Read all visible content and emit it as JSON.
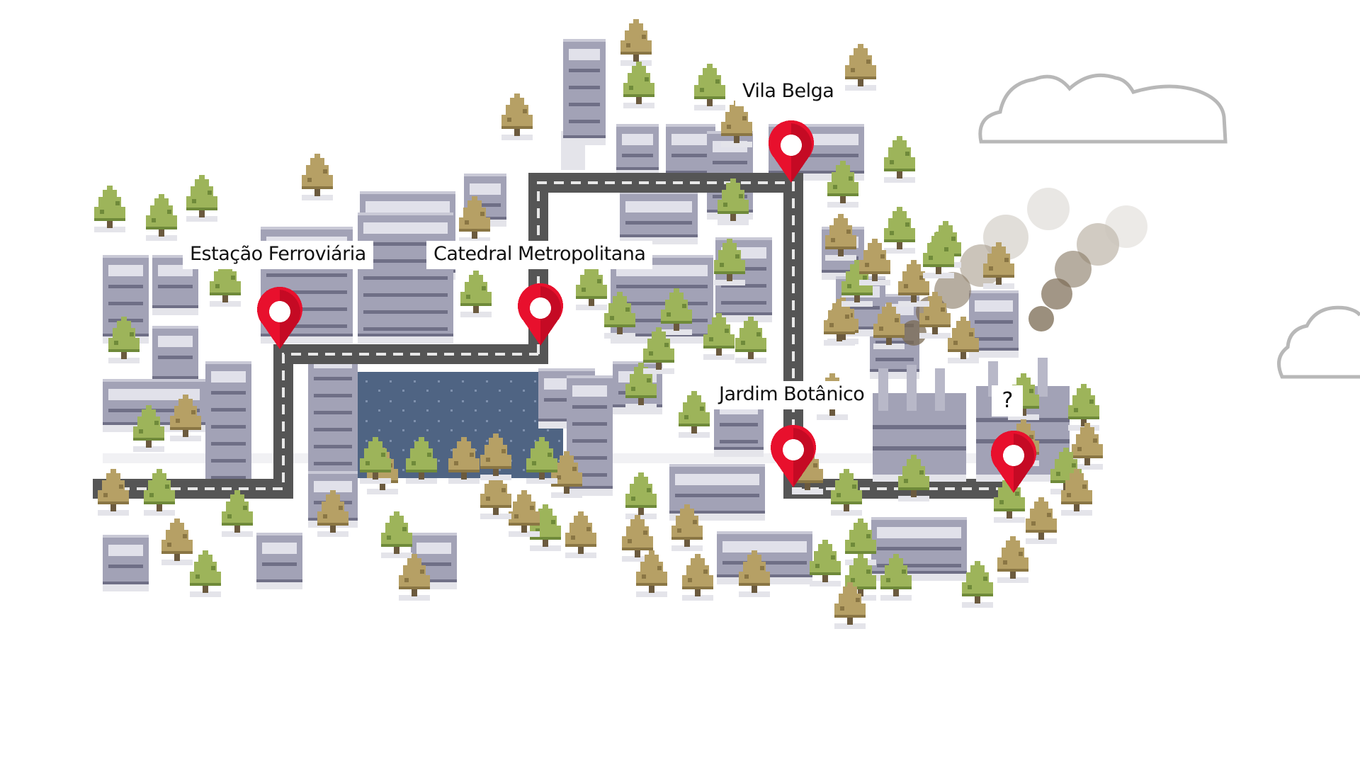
{
  "colors": {
    "background": "#ffffff",
    "road": "#555555",
    "road_line": "#e8e8e8",
    "lake": "#4f6483",
    "building": "#a2a2b6",
    "building_dark": "#6f6f86",
    "window": "#e1e1ea",
    "tree_green": "#9db45a",
    "tree_brown": "#b6a065",
    "pin": "#e8102d",
    "smoke": "#7a6a52",
    "cloud_outline": "#b8b8b8"
  },
  "map": {
    "locations": [
      {
        "id": "estacao-ferroviaria",
        "label": "Estação Ferroviária",
        "icon": "map-pin-icon"
      },
      {
        "id": "catedral-metropolitana",
        "label": "Catedral Metropolitana",
        "icon": "map-pin-icon"
      },
      {
        "id": "vila-belga",
        "label": "Vila Belga",
        "icon": "map-pin-icon"
      },
      {
        "id": "jardim-botanico",
        "label": "Jardim Botânico",
        "icon": "map-pin-icon"
      },
      {
        "id": "locked-location",
        "label": "?",
        "icon": "map-pin-icon"
      }
    ]
  }
}
